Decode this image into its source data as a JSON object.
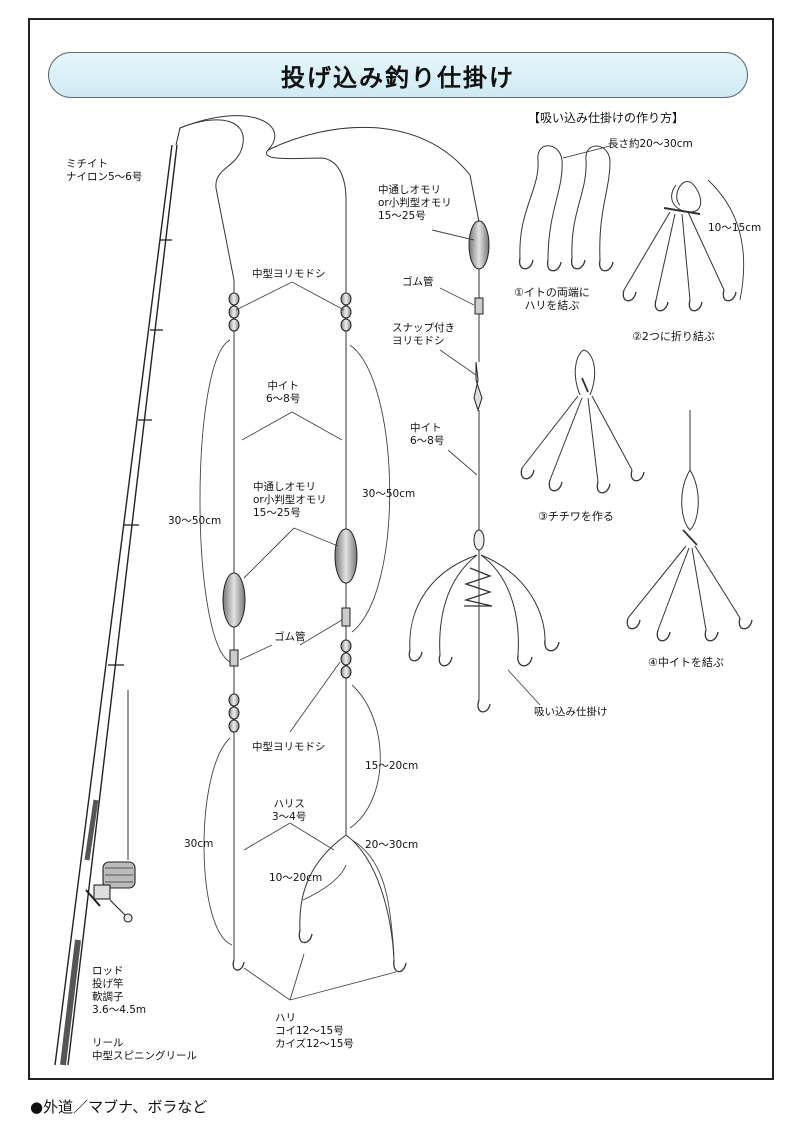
{
  "title": "投げ込み釣り仕掛け",
  "section_title": "【吸い込み仕掛けの作り方】",
  "footer": "●外道／マブナ、ボラなど",
  "labels": {
    "michiito": [
      "ミチイト",
      "ナイロン5～6号"
    ],
    "yorimodoshi_top": "中型ヨリモドシ",
    "nakaito_1": [
      "中イト",
      "6～8号"
    ],
    "omori_mid": [
      "中通しオモリ",
      "or小判型オモリ",
      "15～25号"
    ],
    "len_30_50_left": "30～50cm",
    "len_30_50_right": "30～50cm",
    "gomu_mid": "ゴム管",
    "yorimodoshi_bottom": "中型ヨリモドシ",
    "len_15_20": "15～20cm",
    "harisu": [
      "ハリス",
      "3～4号"
    ],
    "len_30": "30cm",
    "len_20_30": "20～30cm",
    "len_10_20": "10～20cm",
    "rod": [
      "ロッド",
      "投げ竿",
      "軟調子",
      "3.6～4.5m"
    ],
    "reel": [
      "リール",
      "中型スピニングリール"
    ],
    "hari": [
      "ハリ",
      "コイ12～15号",
      "カイズ12～15号"
    ],
    "omori_right": [
      "中通しオモリ",
      "or小判型オモリ",
      "15～25号"
    ],
    "gomu_right": "ゴム管",
    "snap": [
      "スナップ付き",
      "ヨリモドシ"
    ],
    "nakaito_2": [
      "中イト",
      "6～8号"
    ],
    "suikomi": "吸い込み仕掛け",
    "nagasa": "長さ約20～30cm",
    "len_10_15": "10～15cm",
    "step1": [
      "①イトの両端に",
      "ハリを結ぶ"
    ],
    "step2": "②2つに折り結ぶ",
    "step3": "③チチワを作る",
    "step4": "④中イトを結ぶ"
  }
}
